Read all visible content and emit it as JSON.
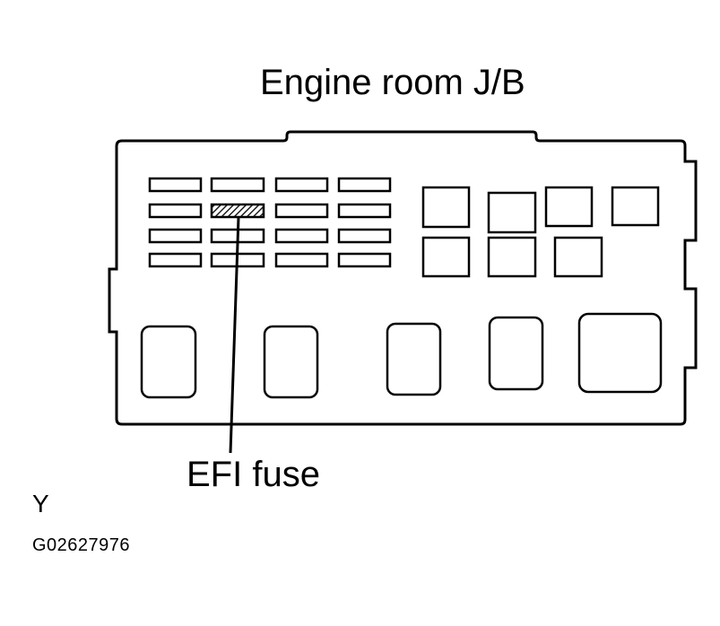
{
  "diagram": {
    "title": "Engine room J/B",
    "callout_label": "EFI fuse",
    "view_letter": "Y",
    "figure_code": "G02627976",
    "highlighted_component": "EFI fuse",
    "colors": {
      "line": "#000000",
      "background": "#ffffff"
    }
  }
}
